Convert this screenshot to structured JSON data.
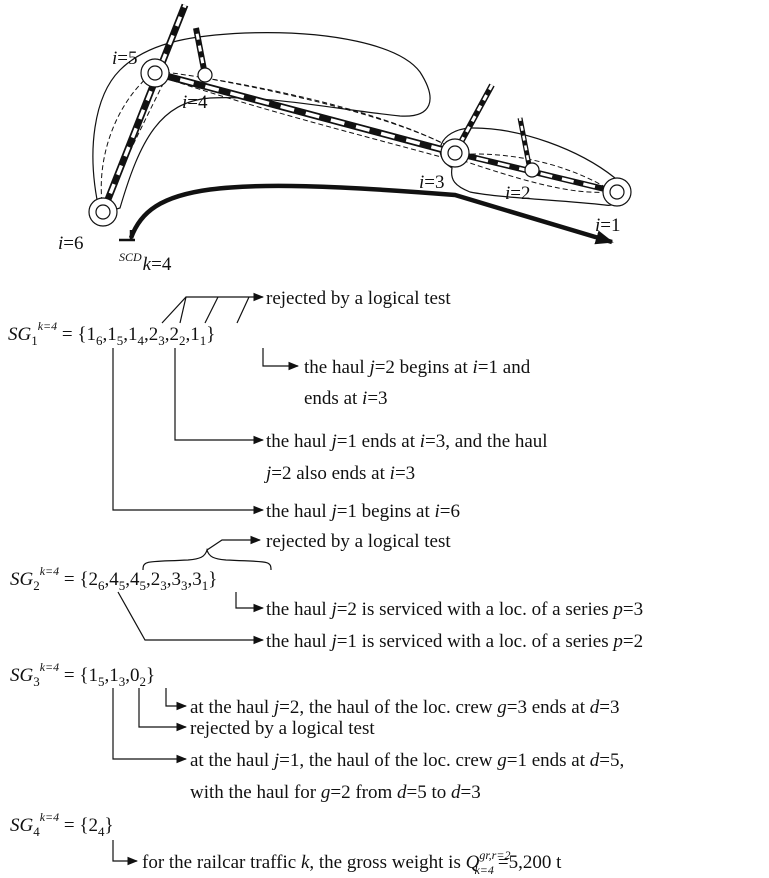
{
  "nodes": {
    "i5": {
      "var": "i",
      "val": "=5"
    },
    "i4": {
      "var": "i",
      "val": "=4"
    },
    "i3": {
      "var": "i",
      "val": "=3"
    },
    "i2": {
      "var": "i",
      "val": "=2"
    },
    "i1": {
      "var": "i",
      "val": "=1"
    },
    "i6": {
      "var": "i",
      "val": "=6"
    }
  },
  "scd": {
    "label": "SCD",
    "sub_var": "k",
    "sub_val": "=4"
  },
  "sets": {
    "sg1": {
      "base": "SG",
      "index": "1",
      "sup": "k=4",
      "elements": [
        {
          "v": "1",
          "s": "6"
        },
        {
          "v": "1",
          "s": "5"
        },
        {
          "v": "1",
          "s": "4"
        },
        {
          "v": "2",
          "s": "3"
        },
        {
          "v": "2",
          "s": "2"
        },
        {
          "v": "1",
          "s": "1"
        }
      ]
    },
    "sg2": {
      "base": "SG",
      "index": "2",
      "sup": "k=4",
      "elements": [
        {
          "v": "2",
          "s": "6"
        },
        {
          "v": "4",
          "s": "5"
        },
        {
          "v": "4",
          "s": "5"
        },
        {
          "v": "2",
          "s": "3"
        },
        {
          "v": "3",
          "s": "3"
        },
        {
          "v": "3",
          "s": "1"
        }
      ]
    },
    "sg3": {
      "base": "SG",
      "index": "3",
      "sup": "k=4",
      "elements": [
        {
          "v": "1",
          "s": "5"
        },
        {
          "v": "1",
          "s": "3"
        },
        {
          "v": "0",
          "s": "2"
        }
      ]
    },
    "sg4": {
      "base": "SG",
      "index": "4",
      "sup": "k=4",
      "elements": [
        {
          "v": "2",
          "s": "4"
        }
      ]
    }
  },
  "annotations": {
    "rejected": "rejected by a logical test",
    "a1_l1": {
      "t1": "the haul ",
      "v1": "j",
      "t2": "=2 begins at ",
      "v2": "i",
      "t3": "=1 and"
    },
    "a1_l2": {
      "t1": "ends at ",
      "v1": "i",
      "t2": "=3"
    },
    "a2_l1": {
      "t1": "the haul ",
      "v1": "j",
      "t2": "=1 ends at ",
      "v2": "i",
      "t3": "=3, and the haul"
    },
    "a2_l2": {
      "v1": "j",
      "t1": "=2 also ends at ",
      "v2": "i",
      "t2": "=3"
    },
    "a3_l1": {
      "t1": "the haul ",
      "v1": "j",
      "t2": "=1 begins at ",
      "v2": "i",
      "t3": "=6"
    },
    "b1": {
      "t1": "the haul ",
      "v1": "j",
      "t2": "=2 is serviced with a loc. of a series ",
      "v2": "p",
      "t3": "=3"
    },
    "b2": {
      "t1": "the haul ",
      "v1": "j",
      "t2": "=1 is serviced with a loc. of a series ",
      "v2": "p",
      "t3": "=2"
    },
    "c1": {
      "t1": "at the haul ",
      "v1": "j",
      "t2": "=2, the haul of the loc. crew ",
      "v2": "g",
      "t3": "=3 ends at ",
      "v3": "d",
      "t4": "=3"
    },
    "c3_l1": {
      "t1": "at the haul ",
      "v1": "j",
      "t2": "=1, the haul of the loc. crew ",
      "v2": "g",
      "t3": "=1 ends at ",
      "v3": "d",
      "t4": "=5,"
    },
    "c3_l2": {
      "t1": "with the haul for ",
      "v1": "g",
      "t2": "=2 from ",
      "v2": "d",
      "t3": "=5 to ",
      "v3": "d",
      "t4": "=3"
    },
    "d1": {
      "t1": "for the railcar traffic ",
      "v1": "k",
      "t2": ", the gross weight is ",
      "q": "Q",
      "q_sup": "gr,r=2",
      "q_sub": "k=4",
      "t3": "=5,200 t"
    }
  }
}
